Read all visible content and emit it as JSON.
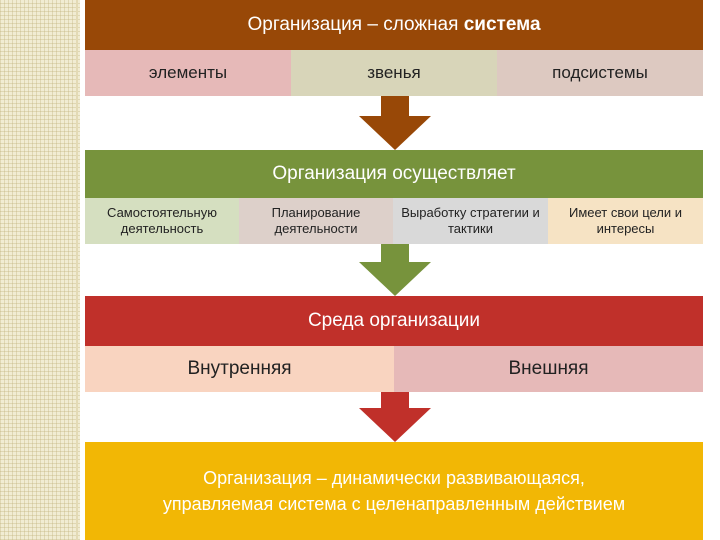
{
  "colors": {
    "brown": "#984807",
    "green": "#77933c",
    "red": "#c0302a",
    "gold": "#f2b705"
  },
  "block1": {
    "title_prefix": "Организация – сложная",
    "title_bold": "система",
    "items": [
      "элементы",
      "звенья",
      "подсистемы"
    ]
  },
  "block2": {
    "title": "Организация осуществляет",
    "items": [
      "Самостоятельную деятельность",
      "Планирование деятельности",
      "Выработку стратегии и тактики",
      "Имеет свои цели и интересы"
    ]
  },
  "block3": {
    "title": "Среда организации",
    "items": [
      "Внутренняя",
      "Внешняя"
    ]
  },
  "block4": {
    "line1": "Организация – динамически развивающаяся,",
    "line2": "управляемая система с целенаправленным действием"
  }
}
